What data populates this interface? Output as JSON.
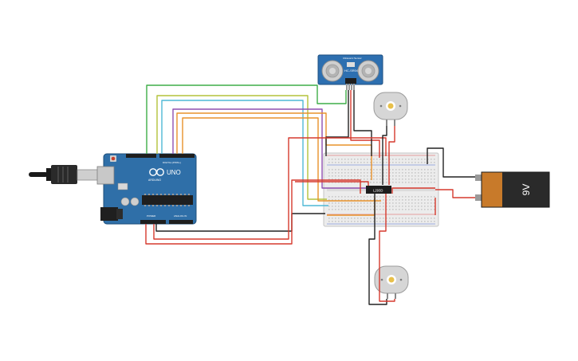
{
  "arduino": {
    "brand": "ARDUINO",
    "model": "UNO",
    "header_label": "DIGITAL (PWM~)",
    "power_label": "POWER",
    "analog_label": "ANALOG IN"
  },
  "sensor": {
    "model": "HC-SR04",
    "header_text": "Ultrasonic Sensor"
  },
  "driver_chip": {
    "label": "L293D"
  },
  "battery": {
    "label": "9V",
    "body_color": "#2a2a2a",
    "band_color": "#c87a2a"
  },
  "motors": [
    {
      "name": "motor-top"
    },
    {
      "name": "motor-bottom"
    }
  ],
  "colors": {
    "board": "#2f6fa8",
    "breadboard": "#ececec",
    "wire_red": "#d63a2e",
    "wire_black": "#222222",
    "wire_green": "#3fae48",
    "wire_orange": "#e8922a",
    "wire_purple": "#8e4fb0",
    "wire_cyan": "#4fb8d6",
    "wire_yellow": "#d9b02a"
  },
  "icons": [
    "usb-plug-icon",
    "dc-jack-icon",
    "ultrasonic-transducer-icon",
    "motor-icon",
    "battery-icon"
  ]
}
